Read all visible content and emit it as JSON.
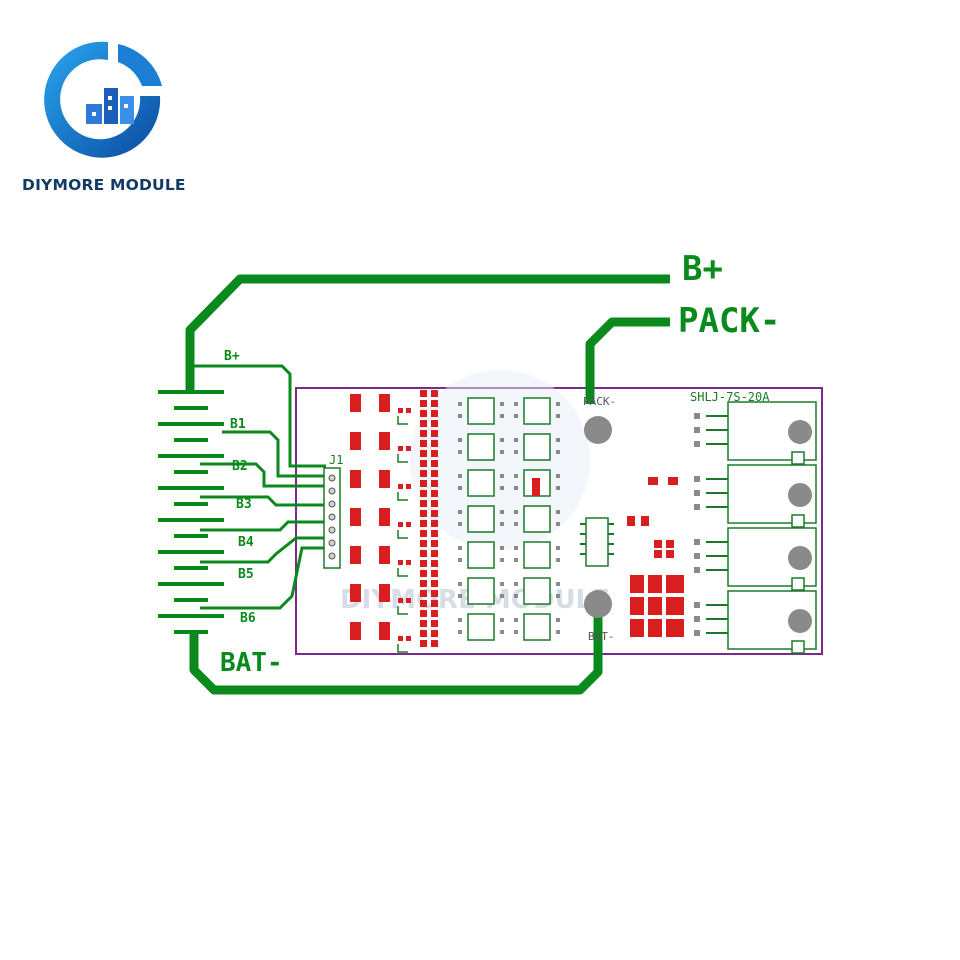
{
  "brand": {
    "name": "DIYMORE MODULE",
    "logo_icon": "buildings-icon",
    "colors": {
      "ring": "#1f86d9",
      "ring_dark": "#0d4fa3",
      "text": "#123a66"
    }
  },
  "diagram": {
    "wire_color": "#0a8a1c",
    "board_outline_color": "#7a2a8a",
    "pad_color": "#d81e1e",
    "labels": {
      "b_plus": "B+",
      "pack_minus": "PACK-",
      "bat_minus": "BAT-"
    },
    "battery_taps": [
      "B+",
      "B1",
      "B2",
      "B3",
      "B4",
      "B5",
      "B6"
    ],
    "connector_label": "J1",
    "board": {
      "model": "SHLJ-7S-20A",
      "pad_pack_label": "PACK-",
      "pad_bat_label": "BAT-",
      "watermark": "DIYMORE MODULE"
    }
  }
}
